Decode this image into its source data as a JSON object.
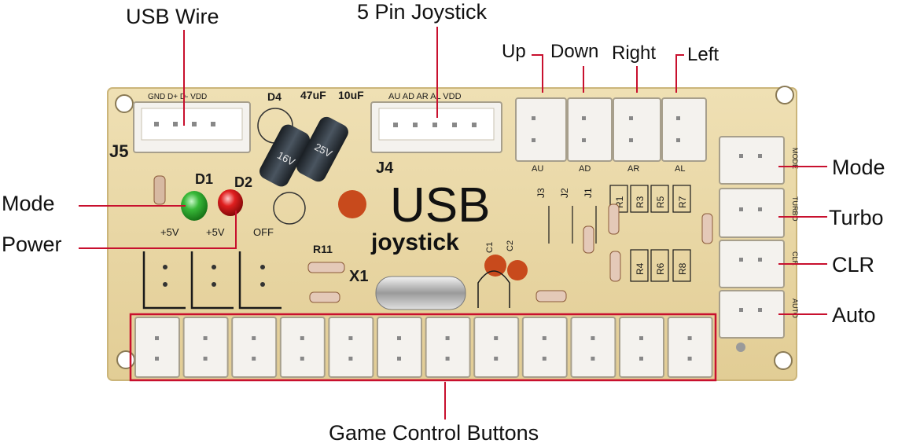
{
  "callouts": {
    "usb_wire": "USB Wire",
    "five_pin_joystick": "5 Pin Joystick",
    "up": "Up",
    "down": "Down",
    "right": "Right",
    "left": "Left",
    "mode_right": "Mode",
    "turbo": "Turbo",
    "clr": "CLR",
    "auto": "Auto",
    "mode_left": "Mode",
    "power": "Power",
    "game_control_buttons": "Game Control Buttons"
  },
  "board": {
    "brand": "USB",
    "subtitle": "joystick",
    "j5": "J5",
    "j4": "J4",
    "x1": "X1",
    "d1": "D1",
    "d2": "D2",
    "d4": "D4",
    "cap_47": "47uF",
    "cap_10": "10uF",
    "usb_pins": "GND D+ D- VDD",
    "joy_pins": "AU AD AR AL VDD",
    "v5_a": "+5V",
    "v5_b": "+5V",
    "off": "OFF",
    "r11": "R11",
    "c1": "C1",
    "c2": "C2",
    "au": "AU",
    "ad": "AD",
    "ar": "AR",
    "al": "AL",
    "j1": "J1",
    "j2": "J2",
    "j3": "J3",
    "r1": "R1",
    "r3": "R3",
    "r5": "R5",
    "r7": "R7",
    "r4": "R4",
    "r6": "R6",
    "r8": "R8",
    "side_mode": "MODE",
    "side_turbo": "TURBO",
    "side_clr": "CLR",
    "side_auto": "AUTO",
    "cap_label_16": "16V",
    "cap_label_25": "25V"
  },
  "colors": {
    "pcb": "#e9d7a5",
    "pcb_edge": "#d8c488",
    "connector": "#f4f2ee",
    "callout_line": "#c8102e",
    "led_green": "#2fa52f",
    "led_red": "#d11a1a",
    "silkscreen": "#1a1a1a"
  }
}
